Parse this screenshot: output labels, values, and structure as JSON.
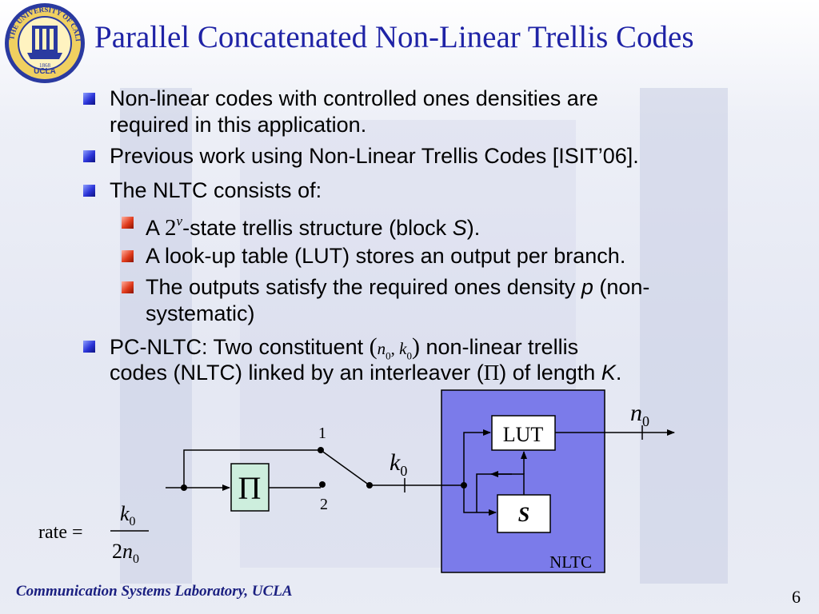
{
  "slide": {
    "title": "Parallel Concatenated Non-Linear Trellis Codes",
    "footer": "Communication Systems Laboratory, UCLA",
    "page_number": "6"
  },
  "logo": {
    "ring_text": "THE UNIVERSITY OF CALIFORNIA",
    "center_text": "UCLA",
    "year": "1868"
  },
  "bullets": {
    "b1_line1": "Non-linear codes with controlled ones densities are",
    "b1_line2": "required in this application.",
    "b2": "Previous work using Non-Linear Trellis Codes [ISIT’06].",
    "b3": "The NLTC consists of:",
    "s1_a": "A",
    "s1_two": "2",
    "s1_nu": "ν",
    "s1_b": "-state trellis structure (block",
    "s1_S": "S",
    "s1_c": ").",
    "s2": "A look-up table (LUT) stores an output per branch.",
    "s3_line1_a": "The outputs satisfy the required ones density",
    "s3_p": "p",
    "s3_line1_b": "(non-",
    "s3_line2": "systematic)",
    "b4_line1_a": "PC-NLTC: Two constituent",
    "b4_n0": "n",
    "b4_sub0a": "0",
    "b4_k0": "k",
    "b4_sub0b": "0",
    "b4_line1_b": "non-linear trellis",
    "b4_line2_a": "codes (NLTC) linked by an interleaver (",
    "b4_pi": "Π",
    "b4_line2_b": ") of length",
    "b4_K": "K",
    "b4_line2_c": "."
  },
  "diagram": {
    "interleaver_label": "Π",
    "switch_pos1": "1",
    "switch_pos2": "2",
    "input_var": "k",
    "input_sub": "0",
    "output_var": "n",
    "output_sub": "0",
    "lut_label": "LUT",
    "s_label": "S",
    "nltc_label": "NLTC",
    "rate_label": "rate =",
    "rate_num_var": "k",
    "rate_num_sub": "0",
    "rate_den_coef": "2",
    "rate_den_var": "n",
    "rate_den_sub": "0",
    "colors": {
      "nltc_fill": "#7b7bea",
      "interleaver_fill": "#cdeedd",
      "title": "#1f23a6",
      "footer": "#1a1f80"
    }
  }
}
